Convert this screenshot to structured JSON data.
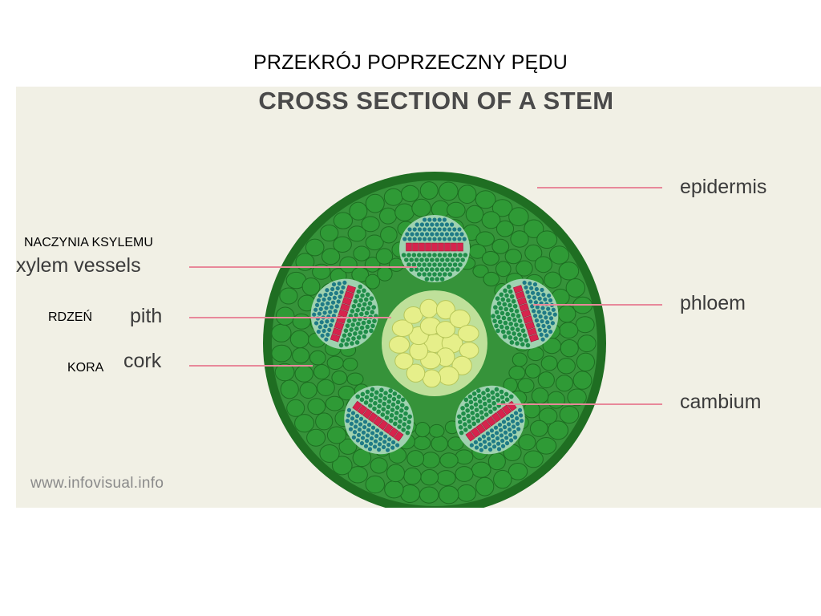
{
  "slide": {
    "title": "PRZEKRÓJ POPRZECZNY PĘDU"
  },
  "diagram": {
    "title": "CROSS SECTION OF A STEM",
    "watermark": "www.infovisual.info",
    "labels_en": {
      "epidermis": "epidermis",
      "xylem": "xylem vessels",
      "phloem": "phloem",
      "pith": "pith",
      "cork": "cork",
      "cambium": "cambium"
    },
    "labels_pl": {
      "xylem": "NACZYNIA KSYLEMU",
      "pith": "RDZEŃ",
      "cork": "KORA"
    },
    "colors": {
      "panel": "#f1f0e5",
      "outer_ring": "#1f6e22",
      "cortex_bg": "#2e8a2f",
      "cell": "#2f9a36",
      "cell_stroke": "#1d6d21",
      "pith": "#e6ef8a",
      "bundle_bg": "#9fd2b0",
      "xylem_dot": "#1f7a86",
      "phloem_dot": "#1f8d49",
      "cambium": "#d6244d",
      "leader": "#e8889a"
    }
  }
}
